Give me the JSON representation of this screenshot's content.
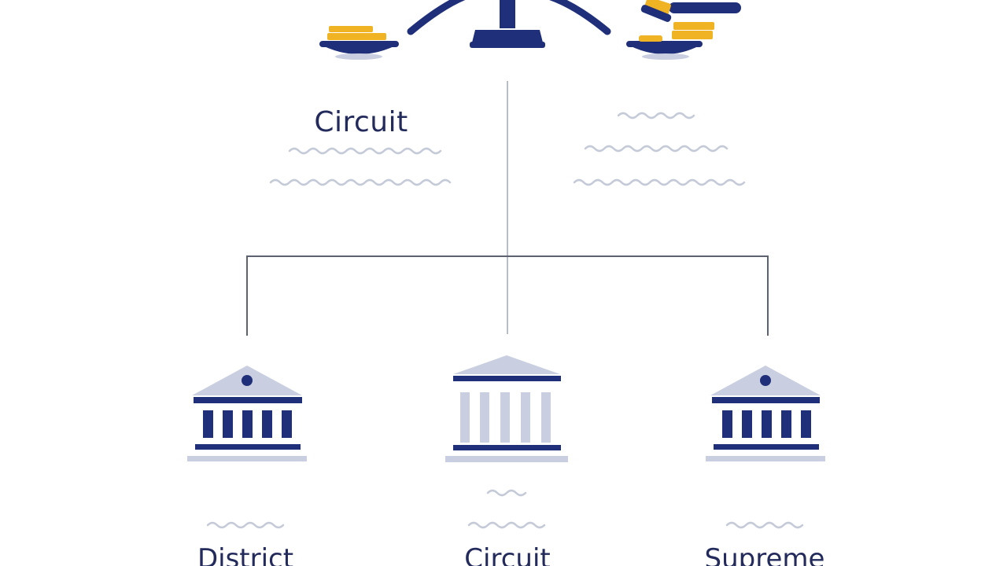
{
  "colors": {
    "navy": "#1f2f7a",
    "gold": "#f0b323",
    "pale_blue": "#c9cfe0",
    "line_gray": "#5c6270",
    "squiggle": "#c5cad8",
    "text": "#232a5c"
  },
  "header_art": {
    "icons": [
      "scales-of-justice-icon",
      "gavel-icon",
      "coins-icon"
    ]
  },
  "top_label": "Circuit",
  "courts": [
    {
      "label": "District",
      "icon": "courthouse-icon"
    },
    {
      "label": "Circuit",
      "icon": "columned-courthouse-icon"
    },
    {
      "label": "Supreme",
      "icon": "courthouse-icon"
    }
  ]
}
